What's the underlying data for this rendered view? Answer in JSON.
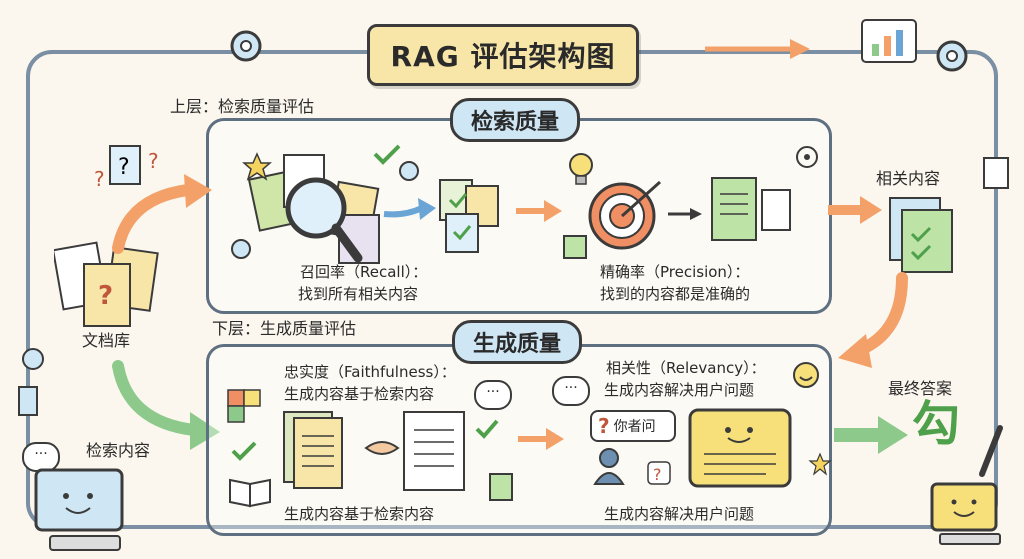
{
  "title": "RAG 评估架构图",
  "upper": {
    "layer_label": "上层：检索质量评估",
    "pill": "检索质量",
    "recall_line1": "召回率（Recall）：",
    "recall_line2": "找到所有相关内容",
    "precision_line1": "精确率（Precision）：",
    "precision_line2": "找到的内容都是准确的"
  },
  "lower": {
    "layer_label": "下层：生成质量评估",
    "pill": "生成质量",
    "faith_line1": "忠实度（Faithfulness）：",
    "faith_line2": "生成内容基于检索内容",
    "faith_bottom": "生成内容基于检索内容",
    "relevancy_line1": "相关性（Relevancy）：",
    "relevancy_line2": "生成内容解决用户问题",
    "relevancy_bottom": "生成内容解决用户问题",
    "question_bubble": "你者问"
  },
  "left": {
    "doc_store": "文档库",
    "retrieved": "检索内容"
  },
  "right": {
    "relevant": "相关内容",
    "final_answer": "最终答案",
    "answer_glyph": "勾"
  },
  "colors": {
    "panel_border": "#5d6f80",
    "pill_fill": "#cfe6f5",
    "banner_fill": "#f7e6a8",
    "arrow_orange": "#f3a169",
    "arrow_green": "#8cc98a"
  }
}
